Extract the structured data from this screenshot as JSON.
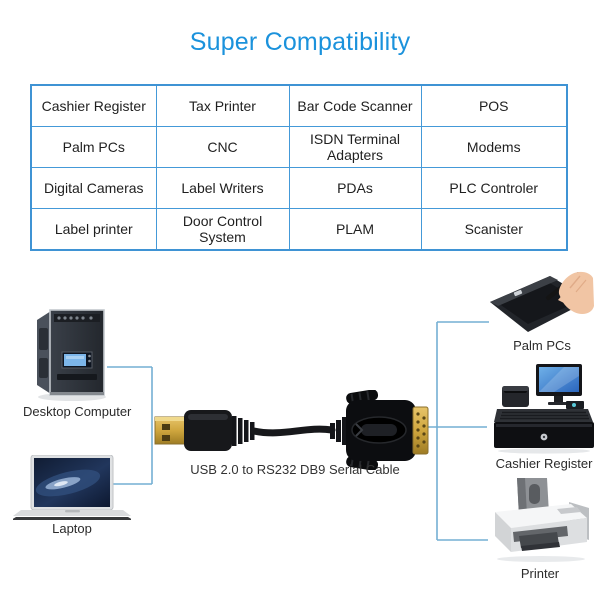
{
  "title": "Super Compatibility",
  "colors": {
    "accent_blue": "#1b92dc",
    "table_border": "#4499d8",
    "connector_line": "#74afd3",
    "usb_gold": "#d8b257",
    "text": "#1f1f1f"
  },
  "table": {
    "rows": [
      [
        "Cashier Register",
        "Tax Printer",
        "Bar Code Scanner",
        "POS"
      ],
      [
        "Palm PCs",
        "CNC",
        "ISDN Terminal Adapters",
        "Modems"
      ],
      [
        "Digital Cameras",
        "Label Writers",
        "PDAs",
        "PLC Controler"
      ],
      [
        "Label printer",
        "Door Control System",
        "PLAM",
        "Scanister"
      ]
    ]
  },
  "diagram": {
    "cable_label": "USB 2.0 to RS232 DB9 Serial Cable",
    "devices": {
      "desktop": {
        "label": "Desktop Computer"
      },
      "laptop": {
        "label": "Laptop"
      },
      "palm": {
        "label": "Palm PCs"
      },
      "cashier": {
        "label": "Cashier Register"
      },
      "printer": {
        "label": "Printer"
      }
    },
    "icons": {
      "desktop": "desktop-tower-icon",
      "laptop": "laptop-icon",
      "palm": "graphics-tablet-with-stylus-icon",
      "cashier": "pos-register-icon",
      "printer": "inkjet-printer-icon",
      "cable": "usb-to-db9-cable-icon"
    }
  }
}
